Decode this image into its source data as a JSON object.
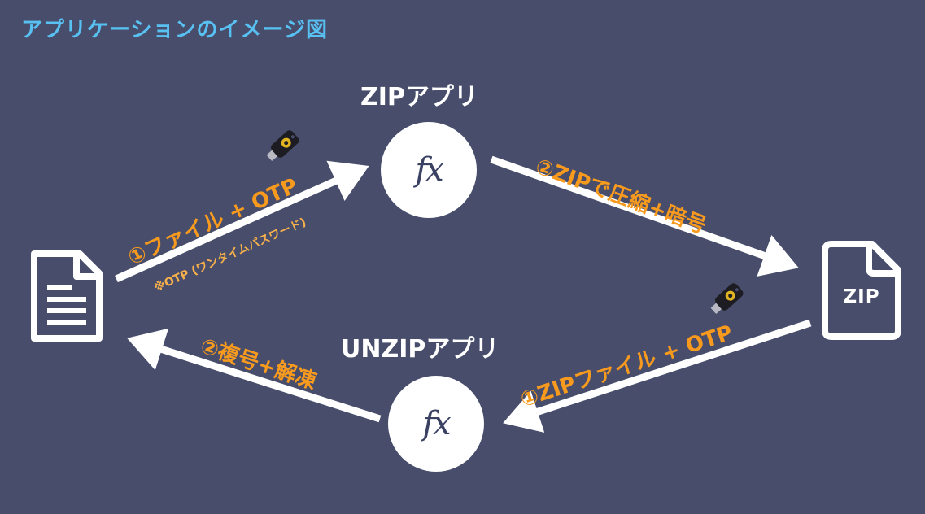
{
  "title": "アプリケーションのイメージ図",
  "zip_app": {
    "label": "ZIPアプリ",
    "function_symbol": "fx"
  },
  "unzip_app": {
    "label": "UNZIPアプリ",
    "function_symbol": "fx"
  },
  "steps": {
    "file_otp": "①ファイル + OTP",
    "otp_note": "※OTP (ワンタイムパスワード)",
    "zip_compress": "②ZIPで圧縮+暗号",
    "zip_file_otp": "①ZIPファイル + OTP",
    "decrypt": "②複号+解凍"
  },
  "zip_file": {
    "label": "ZIP"
  },
  "icons": [
    "document-icon",
    "zip-file-icon",
    "security-key-icon",
    "function-icon"
  ],
  "colors": {
    "background": "#474d6b",
    "title": "#58c1f2",
    "step_text": "#f79a1e",
    "arrows": "#ffffff"
  }
}
